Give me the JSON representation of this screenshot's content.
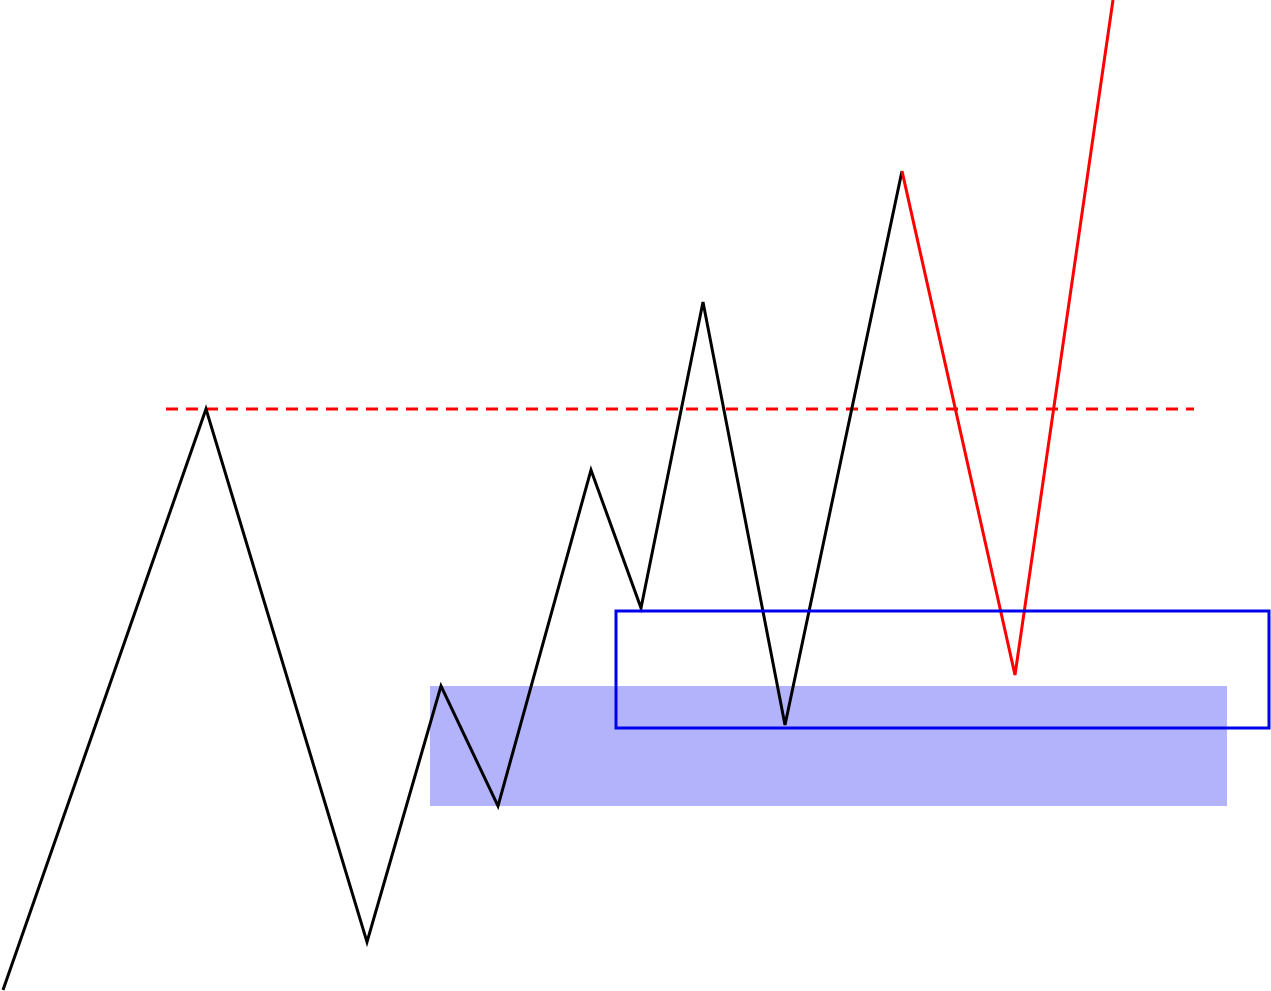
{
  "colors": {
    "background": "#ffffff",
    "price_line": "#000000",
    "projection_line": "#ff0000",
    "level_line": "#ff0000",
    "zone_fill": "#b3b3fb",
    "zone_outline": "#0000ee"
  },
  "elements": [
    "price-path",
    "projection-path",
    "resistance-level-dashed",
    "demand-zone-filled",
    "demand-zone-outlined"
  ]
}
